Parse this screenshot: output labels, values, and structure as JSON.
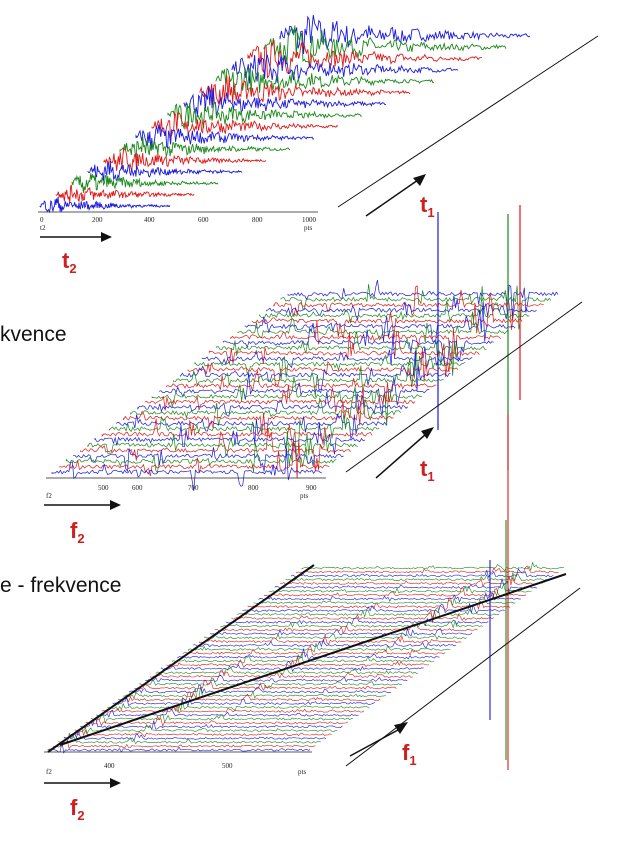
{
  "panels": [
    {
      "id": "time-time",
      "caption": "",
      "axis_bottom": "t",
      "axis_bottom_sub": "2",
      "axis_depth": "t",
      "axis_depth_sub": "1",
      "small_axis_label": "t2",
      "unit_label": "pts",
      "ticks": [
        "0",
        "200",
        "400",
        "600",
        "800",
        "1000"
      ]
    },
    {
      "id": "freq-time",
      "caption": "kvence",
      "axis_bottom": "f",
      "axis_bottom_sub": "2",
      "axis_depth": "t",
      "axis_depth_sub": "1",
      "small_axis_label": "f2",
      "unit_label": "pts",
      "ticks": [
        "500",
        "600",
        "700",
        "800",
        "900"
      ]
    },
    {
      "id": "freq-freq",
      "caption": "e - frekvence",
      "axis_bottom": "f",
      "axis_bottom_sub": "2",
      "axis_depth": "f",
      "axis_depth_sub": "1",
      "small_axis_label": "f2",
      "unit_label": "pts",
      "ticks": [
        "400",
        "500"
      ]
    }
  ],
  "colors": {
    "trace_blue": "#1a1adf",
    "trace_red": "#e01818",
    "trace_green": "#1a8a1a",
    "axis_label": "#d01f1f",
    "line": "#111111"
  }
}
